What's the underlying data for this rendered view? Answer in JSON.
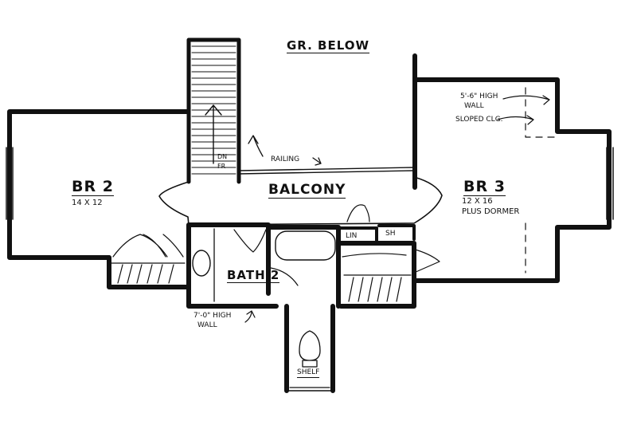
{
  "labels": {
    "gr_below": "GR. BELOW",
    "br2": "BR 2",
    "br2_size": "14 X 12",
    "br3": "BR 3",
    "br3_size": "12 X 16",
    "br3_note": "PLUS DORMER",
    "balcony": "BALCONY",
    "bath2": "BATH 2",
    "railing": "RAILING",
    "lin": "LIN",
    "sh": "SH",
    "shelf": "SHELF",
    "dn": "DN",
    "fr": "FR",
    "high_wall_left_1": "7'-0\" HIGH",
    "high_wall_left_2": "WALL",
    "high_wall_right_1": "5'-6\" HIGH",
    "high_wall_right_2": "WALL",
    "sloped_clg": "SLOPED CLG."
  },
  "colors": {
    "ink": "#111111",
    "paper": "#ffffff"
  }
}
